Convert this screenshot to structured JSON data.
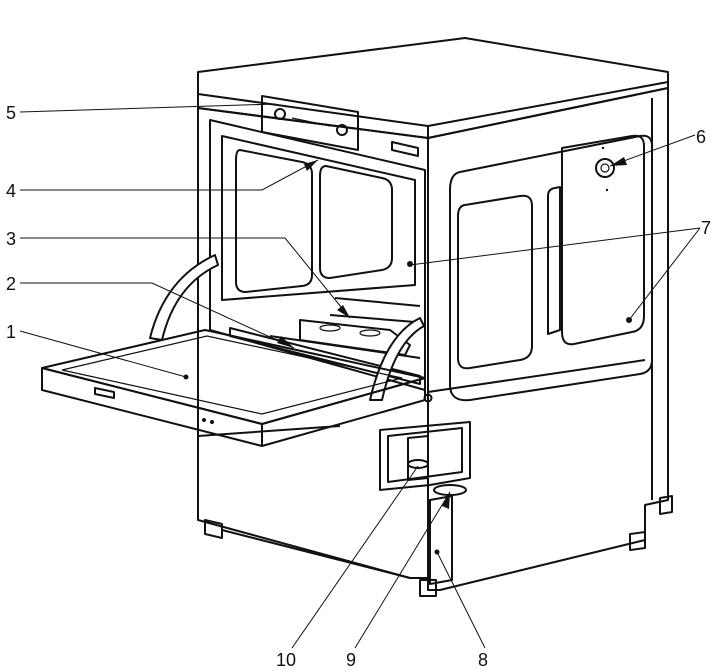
{
  "colors": {
    "line": "#111111",
    "background": "#ffffff",
    "panel_shade": "#f3f3f3",
    "window_shade": "#f0f0f0"
  },
  "callouts": [
    {
      "id": "1",
      "label": "1"
    },
    {
      "id": "2",
      "label": "2"
    },
    {
      "id": "3",
      "label": "3"
    },
    {
      "id": "4",
      "label": "4"
    },
    {
      "id": "5",
      "label": "5"
    },
    {
      "id": "6",
      "label": "6"
    },
    {
      "id": "7",
      "label": "7"
    },
    {
      "id": "8",
      "label": "8"
    },
    {
      "id": "9",
      "label": "9"
    },
    {
      "id": "10",
      "label": "10"
    }
  ]
}
